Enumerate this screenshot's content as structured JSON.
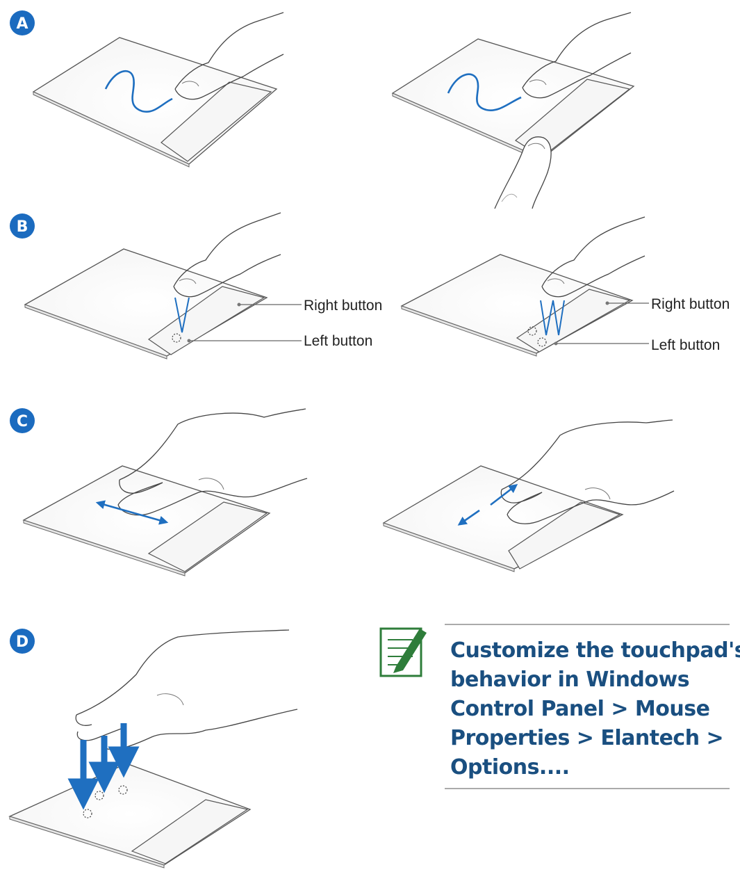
{
  "sections": [
    {
      "badge": "A"
    },
    {
      "badge": "B",
      "right_button_label": "Right button",
      "left_button_label": "Left button"
    },
    {
      "badge": "C"
    },
    {
      "badge": "D"
    }
  ],
  "note": {
    "icon": "note-pencil-icon",
    "lines": [
      "Customize the touchpad's",
      "behavior in Windows",
      "Control Panel > Mouse",
      "Properties > Elantech >",
      "Options...."
    ]
  },
  "colors": {
    "badge": "#1b6bbf",
    "accent": "#1f6fc0",
    "note_text": "#1a4f80",
    "note_icon": "#2e7d3a"
  }
}
